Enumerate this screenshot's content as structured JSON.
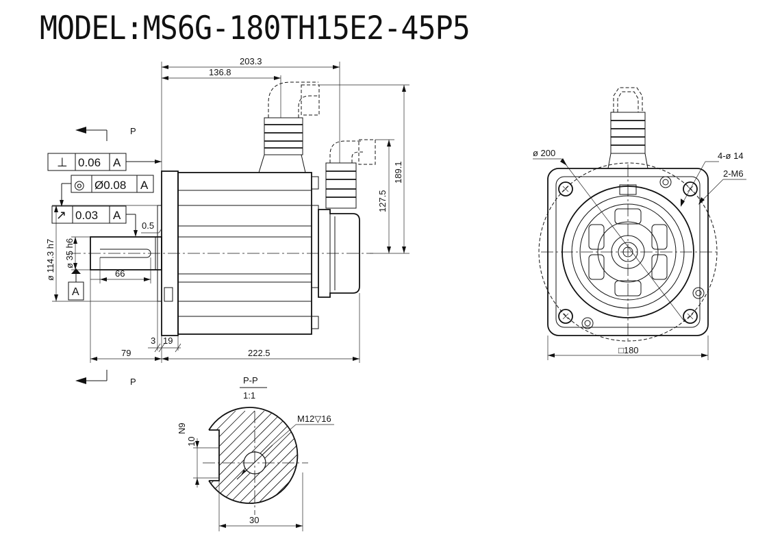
{
  "title": "MODEL:MS6G-180TH15E2-45P5",
  "section": {
    "mark": "P",
    "label": "P-P",
    "scale": "1:1"
  },
  "tolerances": {
    "perpendicularity": {
      "symbol": "⊥",
      "value": "0.06",
      "datum": "A"
    },
    "concentricity": {
      "symbol": "◎",
      "value": "Ø0.08",
      "datum": "A"
    },
    "runout": {
      "symbol": "↗",
      "value": "0.03",
      "datum": "A"
    },
    "datum_label": "A"
  },
  "dimensions": {
    "d_203_3": "203.3",
    "d_136_8": "136.8",
    "d_189_1": "189.1",
    "d_127_5": "127.5",
    "d_0_5": "0.5",
    "d_114_3": "ø 114.3  h7",
    "d_35": "ø 35 h6",
    "d_66": "66",
    "d_79": "79",
    "d_3": "3",
    "d_19": "19",
    "d_222_5": "222.5",
    "d_200": "ø 200",
    "d_4_14": "4-ø 14",
    "d_2_m6": "2-M6",
    "d_180": "□180",
    "d_m12": "M12▽16",
    "d_n9": "N9",
    "d_10": "10",
    "d_30": "30"
  }
}
